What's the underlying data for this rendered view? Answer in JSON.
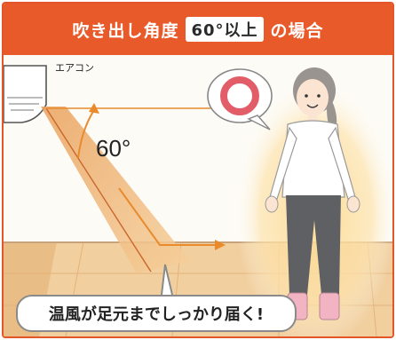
{
  "header": {
    "title_before": "吹き出し角度",
    "badge": "60°以上",
    "title_after": "の場合"
  },
  "aircon": {
    "label": "エアコン"
  },
  "angle": {
    "label": "60°"
  },
  "rating": {
    "icon": "double-circle-icon"
  },
  "caption": {
    "text": "温風が足元までしっかり届く!"
  },
  "colors": {
    "header": "#e85a2a",
    "airflow": "#f0b277",
    "arrow": "#e98a2c",
    "floor": "#efc89a",
    "glow": "#fbd48a"
  }
}
